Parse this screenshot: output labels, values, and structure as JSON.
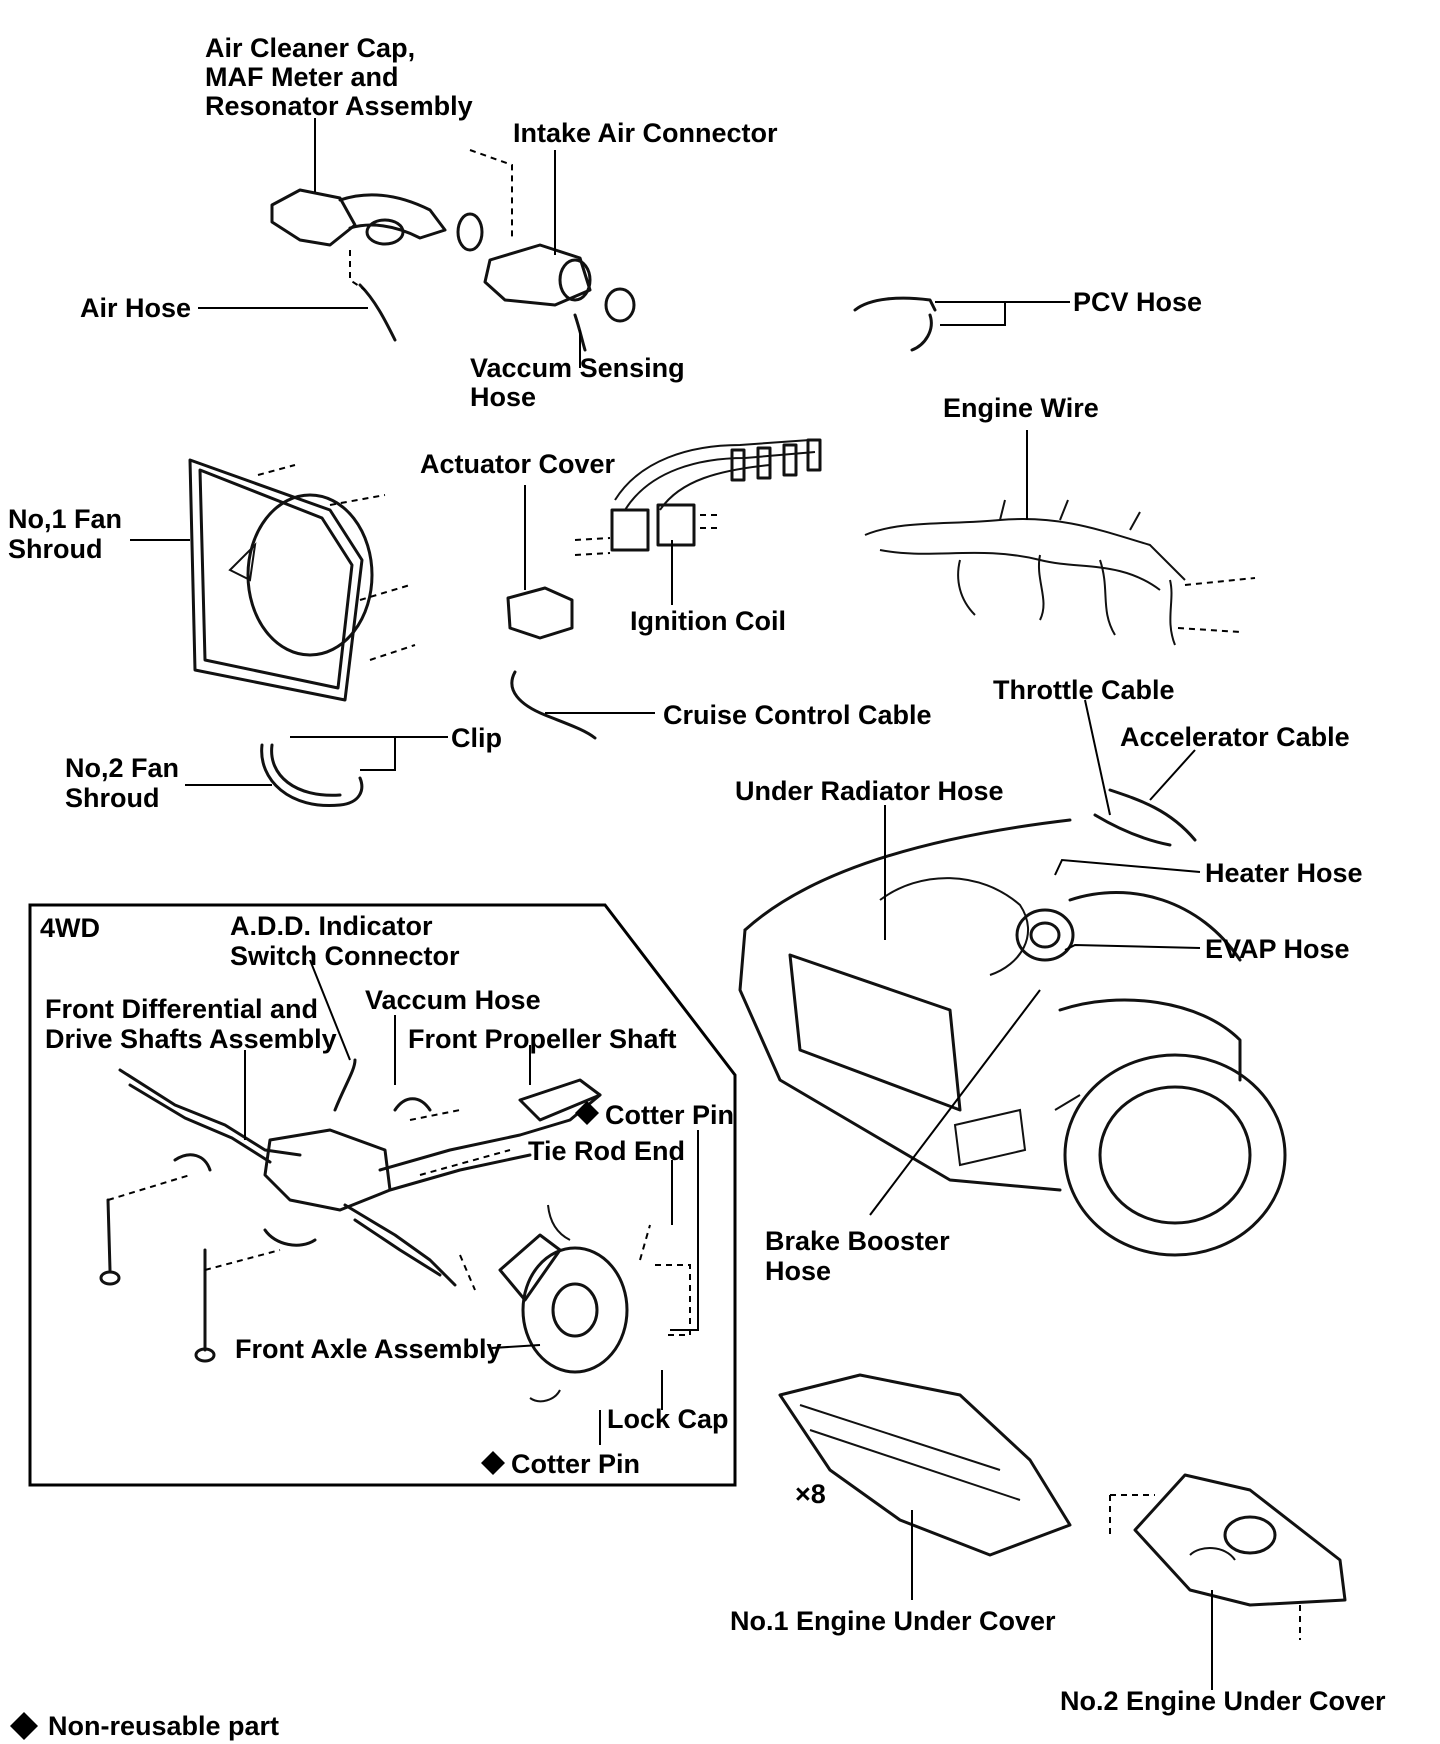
{
  "labels": {
    "air_cleaner_cap_1": "Air Cleaner Cap,",
    "air_cleaner_cap_2": "MAF Meter and",
    "air_cleaner_cap_3": "Resonator Assembly",
    "intake_air_connector": "Intake Air Connector",
    "air_hose": "Air Hose",
    "vaccum_sensing_1": "Vaccum Sensing",
    "vaccum_sensing_2": "Hose",
    "pcv_hose": "PCV Hose",
    "engine_wire": "Engine Wire",
    "actuator_cover": "Actuator Cover",
    "no1_fan_shroud_1": "No,1 Fan",
    "no1_fan_shroud_2": "Shroud",
    "ignition_coil": "Ignition Coil",
    "cruise_control_cable": "Cruise Control Cable",
    "throttle_cable": "Throttle Cable",
    "clip": "Clip",
    "accelerator_cable": "Accelerator Cable",
    "no2_fan_shroud_1": "No,2 Fan",
    "no2_fan_shroud_2": "Shroud",
    "under_radiator_hose": "Under Radiator Hose",
    "heater_hose": "Heater Hose",
    "evap_hose": "EVAP Hose",
    "brake_booster_1": "Brake Booster",
    "brake_booster_2": "Hose",
    "no1_engine_under_cover": "No.1 Engine Under Cover",
    "no2_engine_under_cover": "No.2 Engine Under Cover",
    "bolt_count": "×8",
    "legend": "Non-reusable part"
  },
  "inset": {
    "title": "4WD",
    "add_indicator_1": "A.D.D. Indicator",
    "add_indicator_2": "Switch Connector",
    "vaccum_hose": "Vaccum Hose",
    "front_diff_1": "Front Differential and",
    "front_diff_2": "Drive Shafts Assembly",
    "front_propeller_shaft": "Front Propeller Shaft",
    "cotter_pin_top": "Cotter Pin",
    "tie_rod_end": "Tie Rod End",
    "front_axle_assembly": "Front Axle Assembly",
    "lock_cap": "Lock Cap",
    "cotter_pin_bottom": "Cotter Pin"
  },
  "icons": {
    "non_reusable": "diamond-icon"
  }
}
